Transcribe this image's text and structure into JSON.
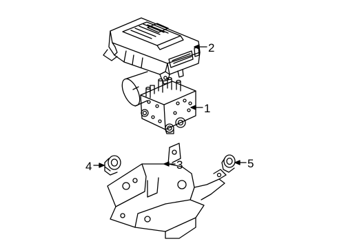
{
  "callouts": [
    {
      "id": "control-module",
      "number": "2"
    },
    {
      "id": "modulator-valve",
      "number": "1"
    },
    {
      "id": "mounting-bracket",
      "number": "3"
    },
    {
      "id": "insulator-left",
      "number": "4"
    },
    {
      "id": "insulator-right",
      "number": "5"
    }
  ],
  "colors": {
    "line": "#000000",
    "background": "#ffffff"
  }
}
